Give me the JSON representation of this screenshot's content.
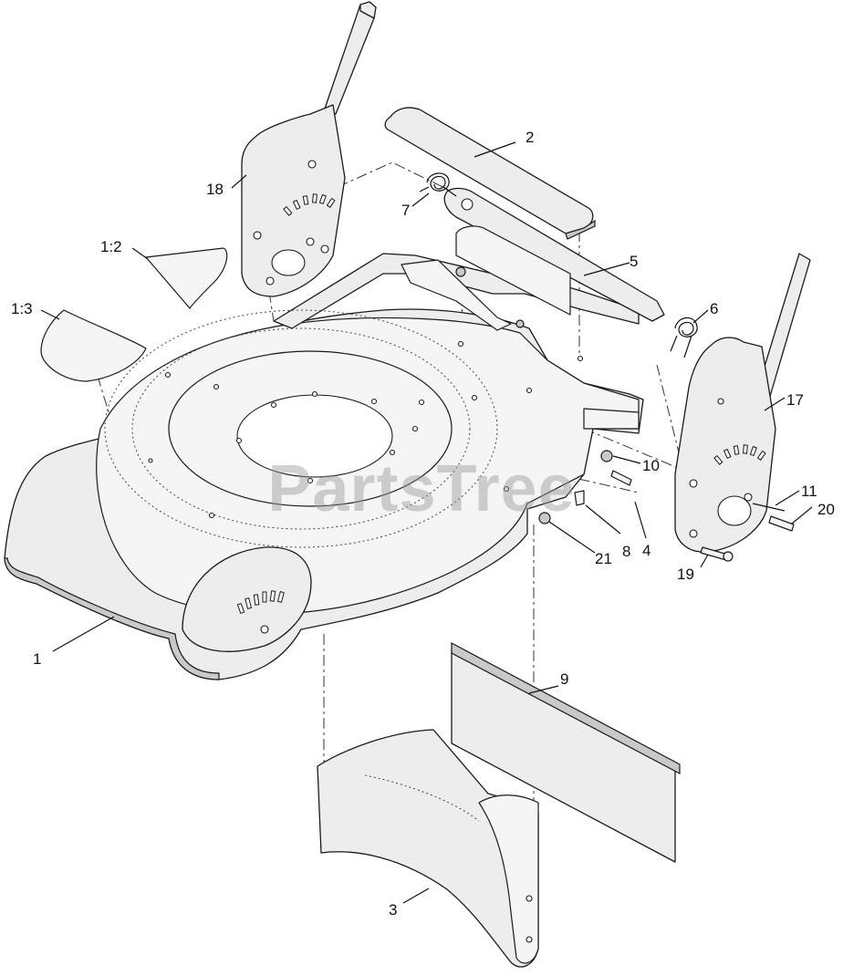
{
  "watermark": "PartsTree",
  "callouts": {
    "c1": "1",
    "c1_2": "1:2",
    "c1_3": "1:3",
    "c2": "2",
    "c3": "3",
    "c4": "4",
    "c5": "5",
    "c6": "6",
    "c7": "7",
    "c8": "8",
    "c9": "9",
    "c10": "10",
    "c11": "11",
    "c17": "17",
    "c18": "18",
    "c19": "19",
    "c20": "20",
    "c21": "21"
  }
}
